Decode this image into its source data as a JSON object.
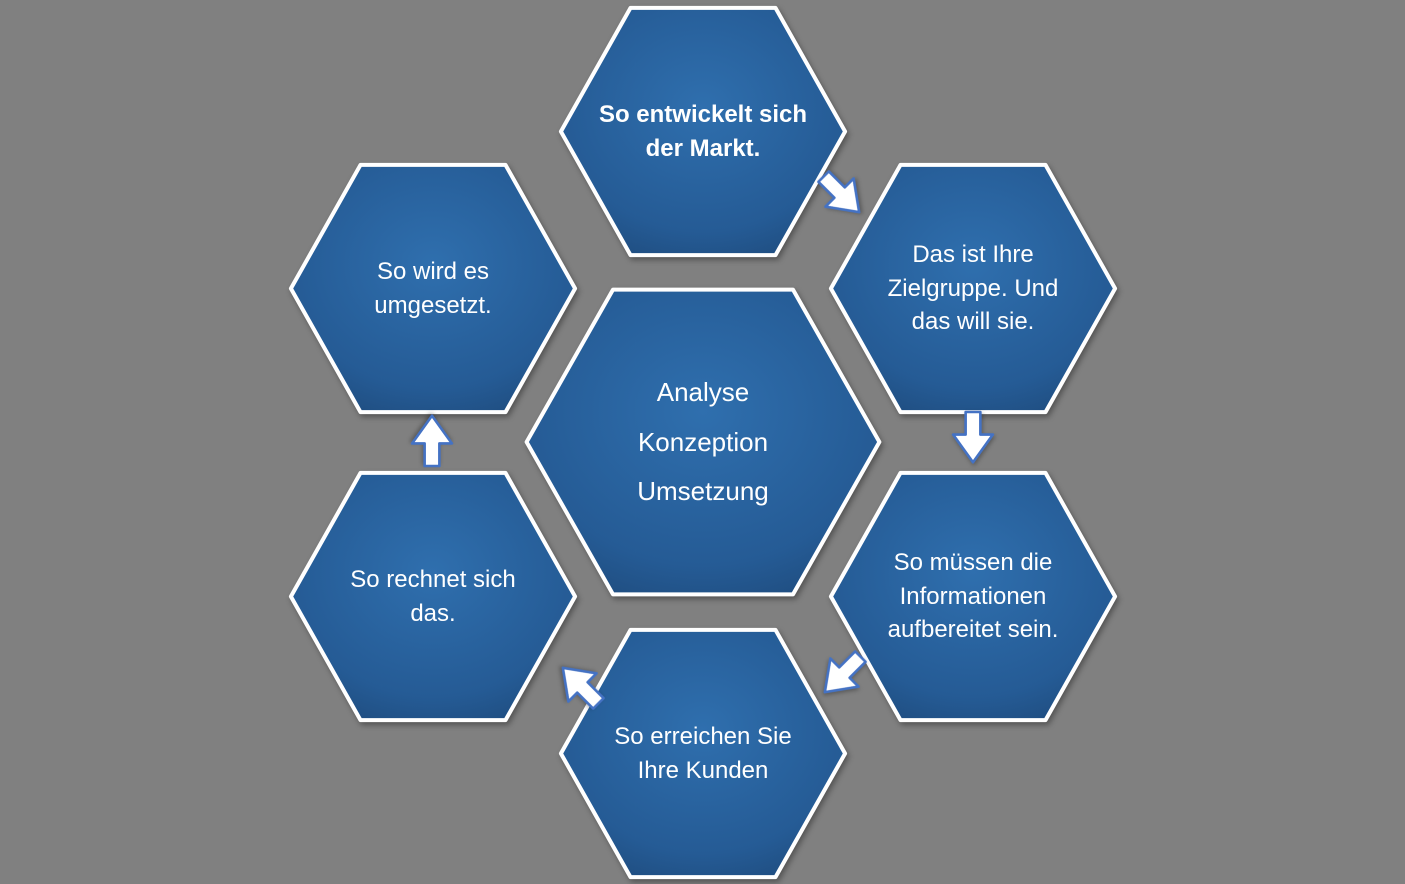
{
  "colors": {
    "background": "#808080",
    "hexagon_fill_light": "#2f6fae",
    "hexagon_fill_dark": "#1b4472",
    "hexagon_border": "#ffffff",
    "arrow_fill": "#ffffff",
    "arrow_outline": "#4472c4",
    "text": "#ffffff"
  },
  "center": {
    "lines": [
      "Analyse",
      "Konzeption",
      "Umsetzung"
    ]
  },
  "nodes": [
    {
      "id": "top",
      "text": "So entwickelt sich der Markt.",
      "emphasis": "bold"
    },
    {
      "id": "right-upper",
      "text": "Das ist Ihre Zielgruppe. Und das will sie."
    },
    {
      "id": "right-lower",
      "text": "So müssen die Informationen aufbereitet sein."
    },
    {
      "id": "bottom",
      "text": "So erreichen Sie Ihre Kunden"
    },
    {
      "id": "left-lower",
      "text": "So rechnet sich das."
    },
    {
      "id": "left-upper",
      "text": "So wird es umgesetzt."
    }
  ],
  "flow": [
    {
      "from": "top",
      "to": "right-upper"
    },
    {
      "from": "right-upper",
      "to": "right-lower"
    },
    {
      "from": "right-lower",
      "to": "bottom"
    },
    {
      "from": "bottom",
      "to": "left-lower"
    },
    {
      "from": "left-lower",
      "to": "left-upper"
    }
  ]
}
